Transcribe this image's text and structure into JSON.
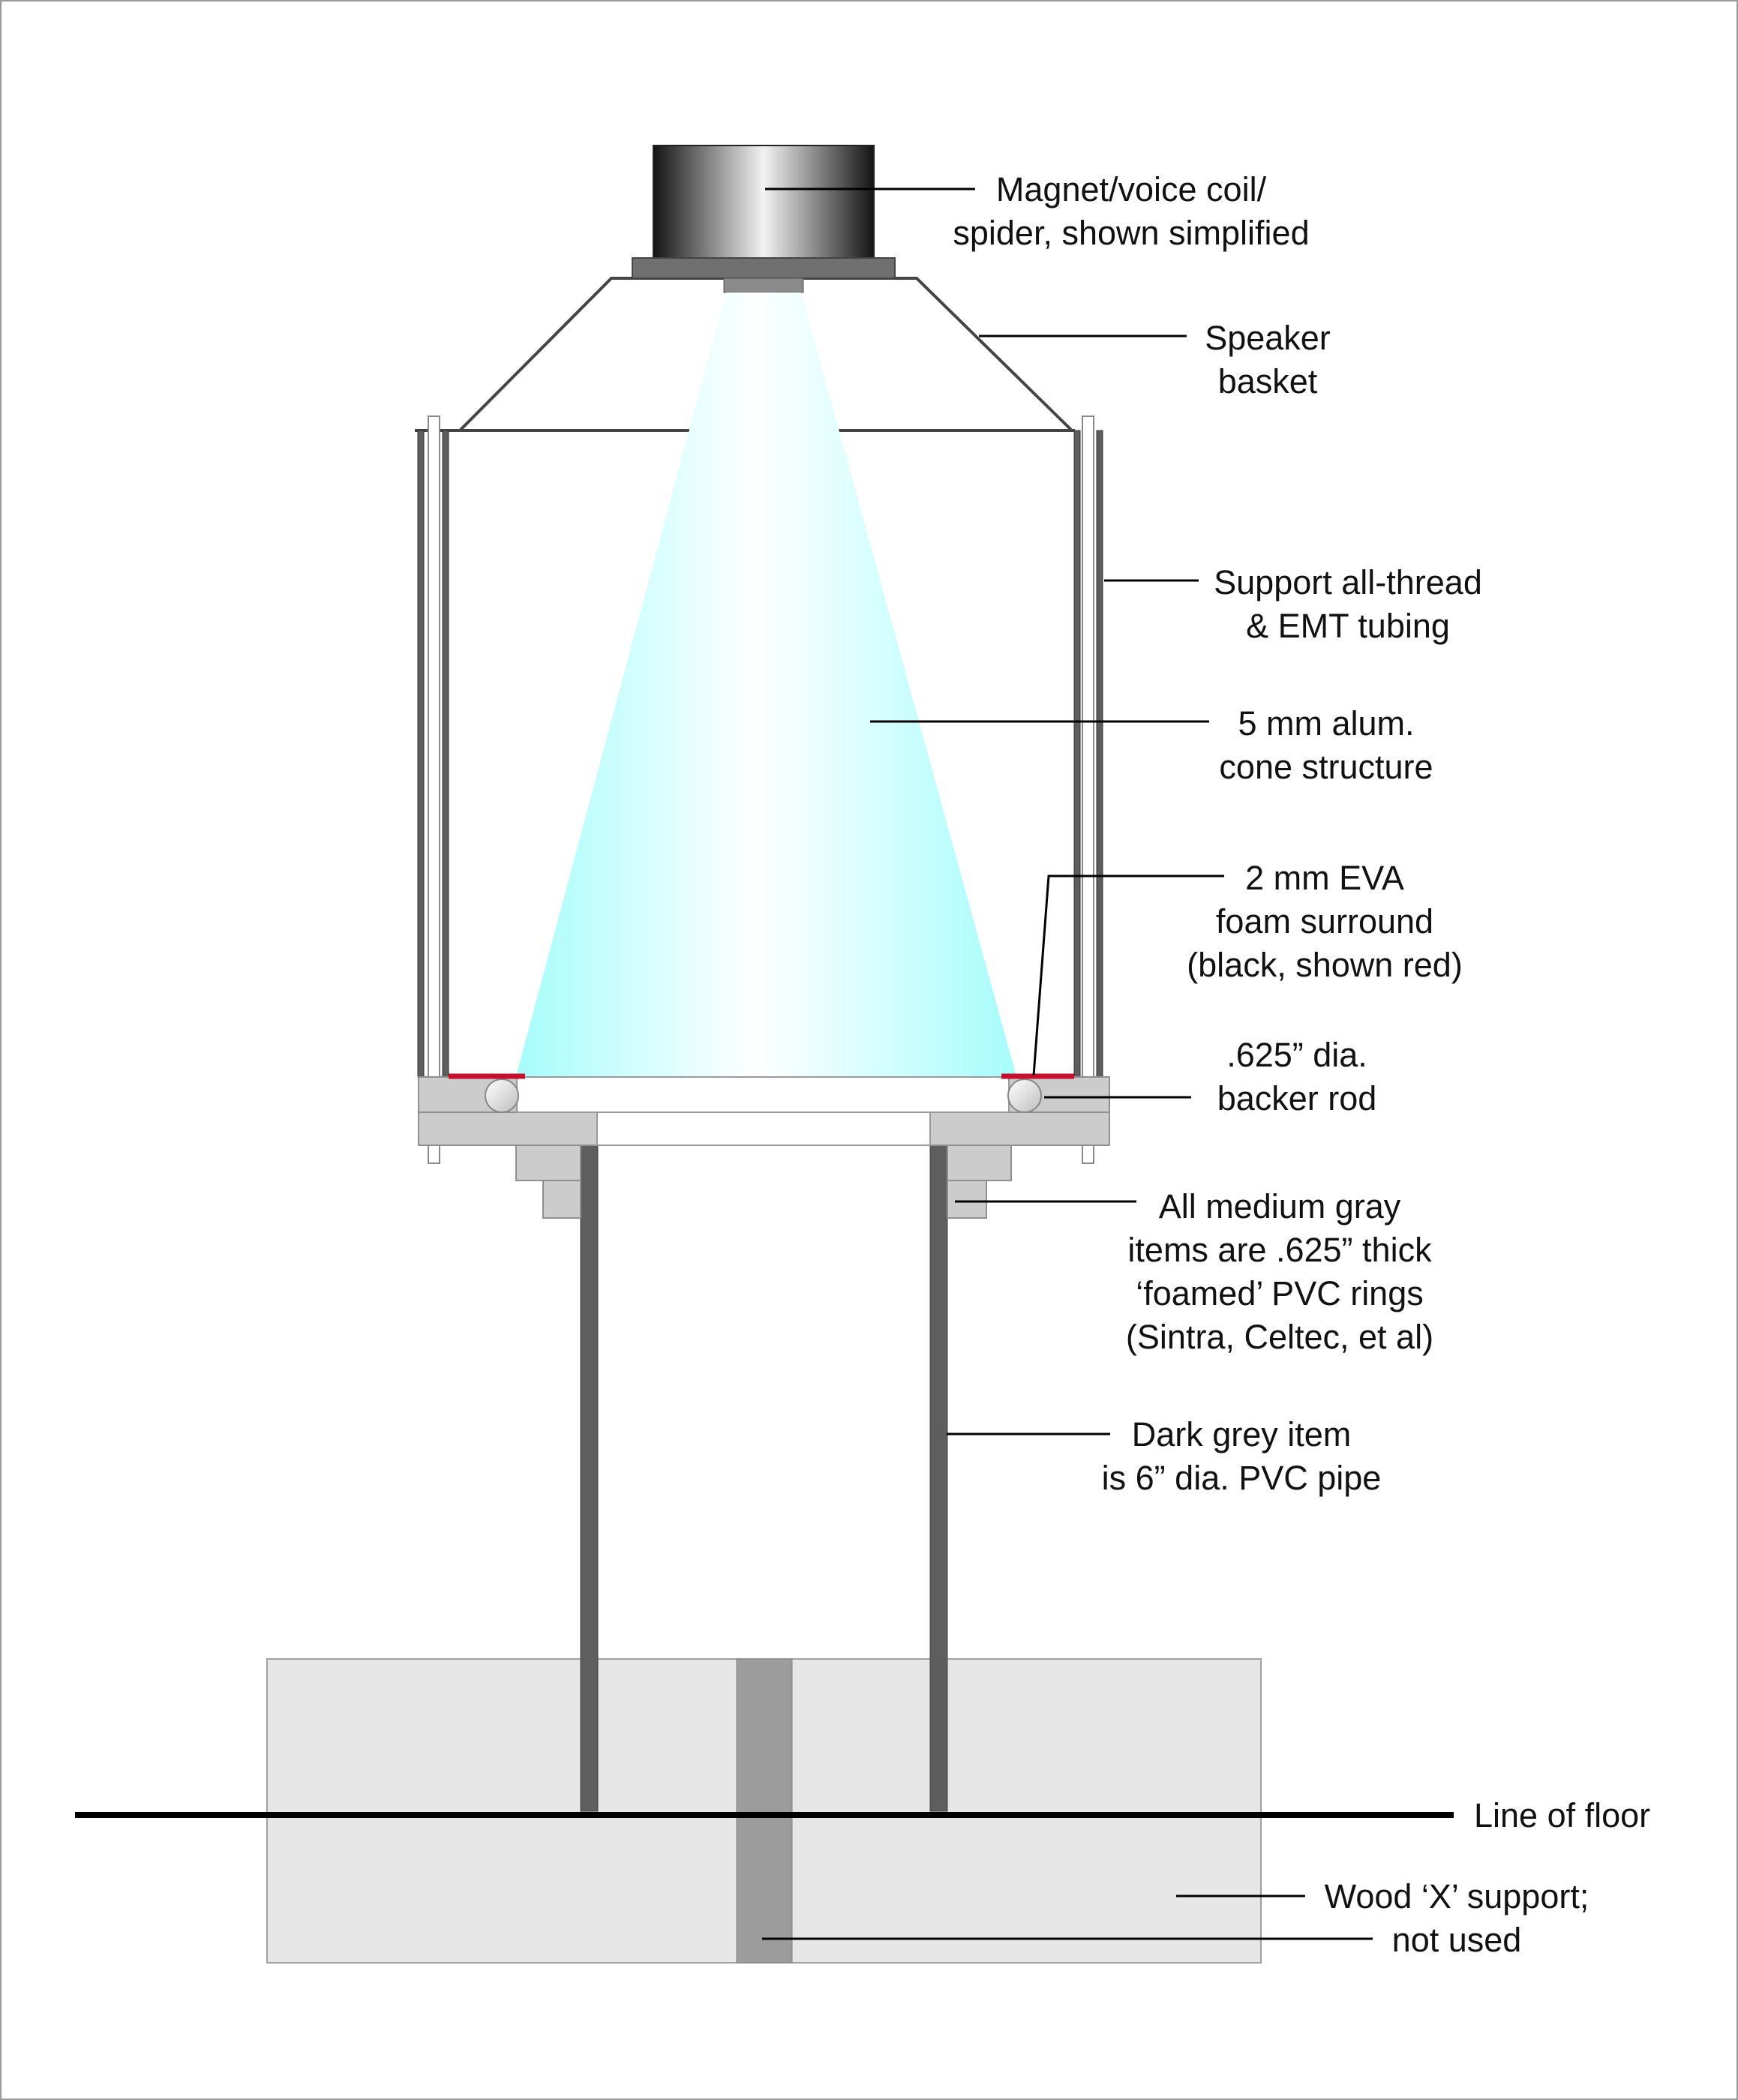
{
  "labels": {
    "magnet": {
      "line1": "Magnet/voice coil/",
      "line2": "spider, shown simplified"
    },
    "basket": {
      "line1": "Speaker",
      "line2": "basket"
    },
    "support": {
      "line1": "Support all-thread",
      "line2": "& EMT tubing"
    },
    "cone": {
      "line1": "5 mm alum.",
      "line2": "cone structure"
    },
    "surround": {
      "line1": "2 mm EVA",
      "line2": "foam surround",
      "line3": "(black, shown red)"
    },
    "backer": {
      "line1": ".625” dia.",
      "line2": "backer rod"
    },
    "pvc_rings": {
      "line1": "All medium gray",
      "line2": "items are .625” thick",
      "line3": "‘foamed’ PVC rings",
      "line4": "(Sintra, Celtec, et al)"
    },
    "pipe": {
      "line1": "Dark grey item",
      "line2": "is 6” dia. PVC pipe"
    },
    "floor": {
      "line1": "Line of floor"
    },
    "wood": {
      "line1": "Wood ‘X’ support;",
      "line2": "not used"
    }
  },
  "colors": {
    "cone_edge": "#a6fcfc",
    "cone_center": "#ffffff",
    "magnet_dark": "#141414",
    "magnet_light": "#f2f2f2",
    "medium_gray": "#cccccc",
    "dark_gray": "#5e5e5e",
    "wood_fill": "#e6e6e6",
    "wood_post": "#9c9c9c",
    "surround_red": "#c8102e"
  }
}
